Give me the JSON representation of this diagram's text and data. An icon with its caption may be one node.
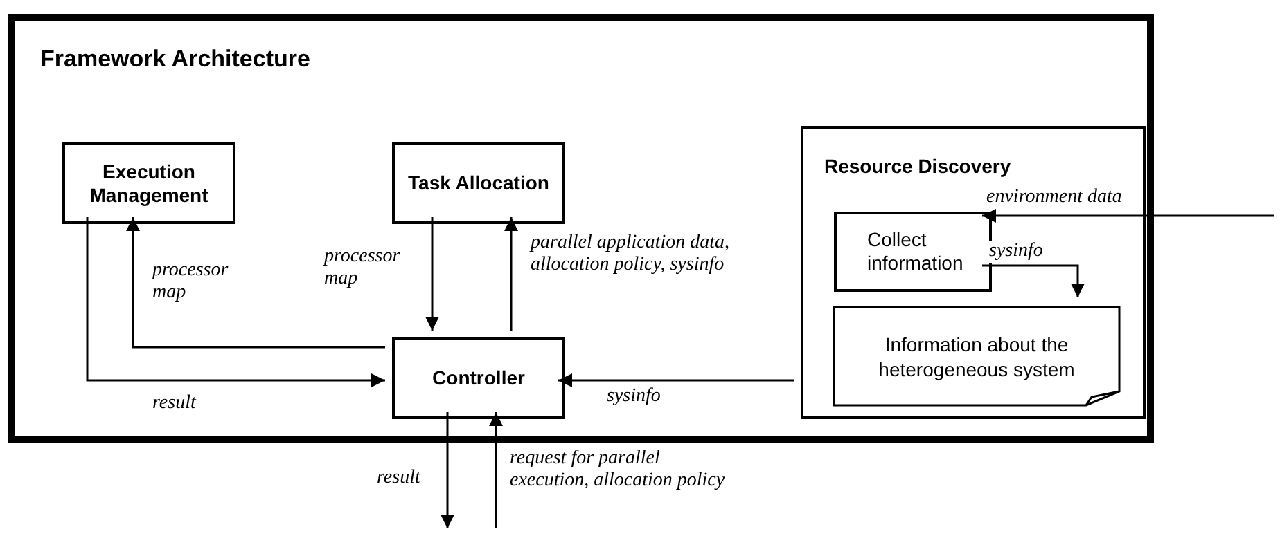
{
  "diagram": {
    "nodes": [
      {
        "text": [
          "Framework Architecture"
        ]
      },
      {
        "text": [
          "Execution Management"
        ],
        "in": 0
      },
      {
        "text": [
          "Task Allocation"
        ],
        "in": 0
      },
      {
        "text": [
          "Controller"
        ],
        "in": 0
      },
      {
        "text": [
          "Resource Discovery"
        ],
        "in": 0
      },
      {
        "text": [
          "Collect information"
        ],
        "in": 4
      },
      {
        "text": [
          "Information about the heterogeneous system"
        ],
        "in": 4
      }
    ],
    "edges": [
      {
        "from": 1,
        "to": 3,
        "arrow": "to",
        "label": "result"
      },
      {
        "from": 3,
        "to": 1,
        "arrow": "to",
        "label": "processor map"
      },
      {
        "from": 2,
        "to": 3,
        "arrow": "to",
        "label": "processor map"
      },
      {
        "from": 3,
        "to": 2,
        "arrow": "to",
        "label": "parallel application data, allocation policy, sysinfo"
      },
      {
        "from": 4,
        "to": 3,
        "arrow": "to",
        "label": "sysinfo"
      },
      {
        "from": null,
        "to": 5,
        "arrow": "to",
        "label": "environment data"
      },
      {
        "from": 5,
        "to": 6,
        "arrow": "to",
        "label": "sysinfo"
      },
      {
        "from": 3,
        "to": null,
        "arrow": "to",
        "label": "result"
      },
      {
        "from": null,
        "to": 3,
        "arrow": "to",
        "label": "request for parallel execution, allocation policy"
      }
    ]
  }
}
